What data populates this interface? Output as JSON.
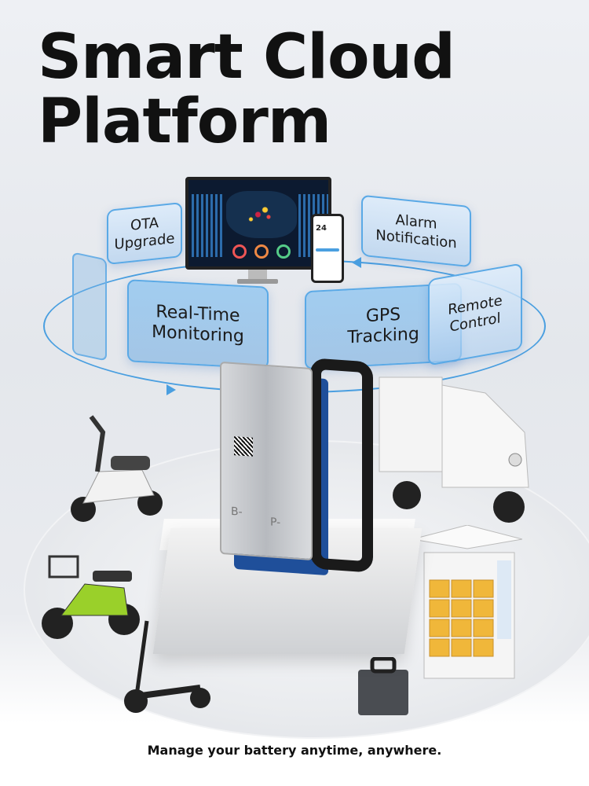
{
  "title": {
    "line1": "Smart Cloud",
    "line2": "Platform"
  },
  "features": {
    "ota": "OTA\nUpgrade",
    "alarm": "Alarm\nNotification",
    "realtime": "Real-Time\nMonitoring",
    "gps": "GPS\nTracking",
    "remote": "Remote\nControl"
  },
  "phone": {
    "number": "24"
  },
  "bms": {
    "label_b": "B-",
    "label_p": "P-"
  },
  "tagline": "Manage your battery anytime, anywhere.",
  "colors": {
    "accent": "#4a9fe0",
    "card": "#8ec3ee",
    "title": "#111111",
    "bms_board": "#1f4f9a"
  },
  "icons": [
    "dashboard-monitor",
    "smartphone",
    "bms-board",
    "e-scooter",
    "motorcycle",
    "kick-scooter",
    "cargo-tricycle",
    "battery-swap-cabinet",
    "battery-pack"
  ]
}
